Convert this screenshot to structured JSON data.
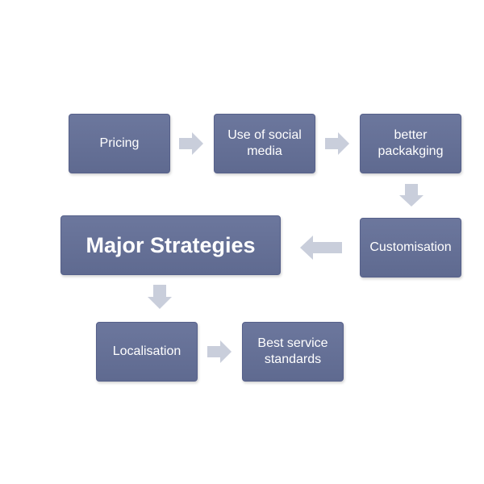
{
  "diagram": {
    "nodes": {
      "pricing": "Pricing",
      "social_media": "Use of social media",
      "packaging": "better packakging",
      "customisation": "Customisation",
      "major_strategies": "Major Strategies",
      "localisation": "Localisation",
      "service_standards": "Best service standards"
    },
    "colors": {
      "box_fill": "#6c779d",
      "box_border": "#56608a",
      "arrow_fill": "#c9cedb",
      "text": "#ffffff",
      "background": "#ffffff"
    },
    "flow": [
      "Pricing",
      "Use of social media",
      "better packakging",
      "Customisation",
      "Major Strategies",
      "Localisation",
      "Best service standards"
    ]
  }
}
